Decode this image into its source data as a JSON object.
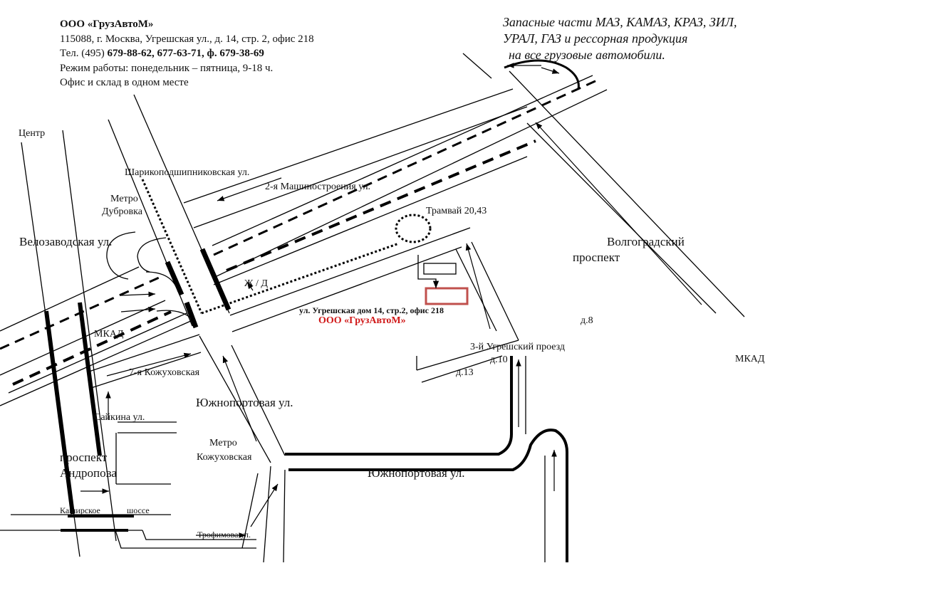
{
  "header": {
    "company": "ООО «ГрузАвтоМ»",
    "address": "115088, г. Москва, Угрешская ул., д. 14, стр. 2, офис 218",
    "phone_prefix": "Тел. (495) ",
    "phones": "679-88-62, 677-63-71, ф. 679-38-69",
    "hours": "Режим работы: понедельник – пятница, 9-18 ч.",
    "note": "Офис и склад в одном месте"
  },
  "slogan": {
    "line1": "Запасные части МАЗ, КАМАЗ, КРАЗ, ЗИЛ,",
    "line2": "УРАЛ, ГАЗ и рессорная продукция",
    "line3": "на все грузовые автомобили."
  },
  "labels": {
    "center": "Центр",
    "sharikopodshipnikovskaya": "Шарикоподшипниковская ул.",
    "mashinostroeniya": "2-я Машиностроения ул.",
    "metro_dubrovka_1": "Метро",
    "metro_dubrovka_2": "Дубровка",
    "velozavodskaya": "Велозаводская ул.",
    "tram": "Трамвай 20,43",
    "volgogradsky_1": "Волгоградский",
    "volgogradsky_2": "проспект",
    "railway": "Ж / Д",
    "target_address": "ул. Угрешская дом 14, стр.2, офис 218",
    "target_company": "ООО «ГрузАвтоМ»",
    "d8": "д.8",
    "ugreshsky_proezd": "3-й Угрешский проезд",
    "d10": "д.10",
    "d13": "д.13",
    "mkad_left": "МКАД",
    "mkad_right": "МКАД",
    "kozhukhovskaya7": "7-я Кожуховская",
    "yuzhnoportovaya_1": "Южнопортовая ул.",
    "yuzhnoportovaya_2": "Южнопортовая ул.",
    "saikina": "Сайкина ул.",
    "metro_kozh_1": "Метро",
    "metro_kozh_2": "Кожуховская",
    "andropova_1": "проспект",
    "andropova_2": "Андропова",
    "kashirskoe_1": "Каширское",
    "kashirskoe_2": "шоссе",
    "trofimova": "Трофимова ул."
  },
  "colors": {
    "line": "#000000",
    "target": "#c0504d",
    "company_text": "#d01818"
  }
}
